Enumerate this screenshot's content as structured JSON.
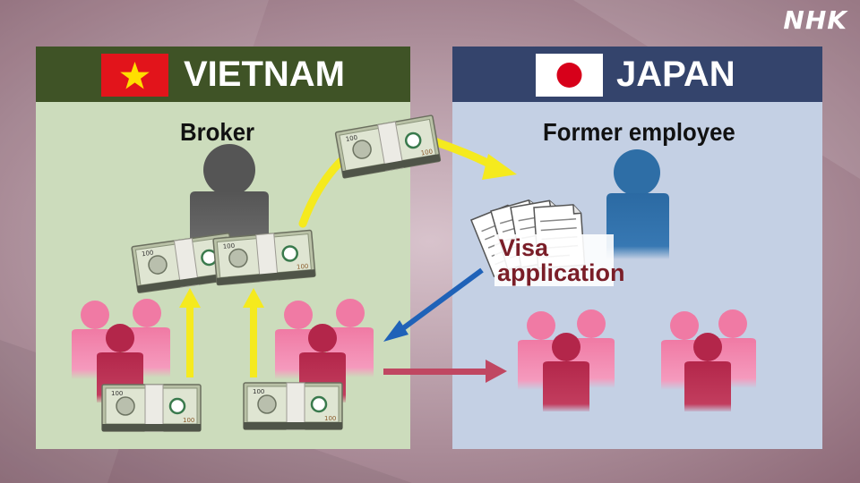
{
  "watermark": "NHK",
  "left_panel": {
    "country": "VIETNAM",
    "flag_icon": "vietnam-flag-icon"
  },
  "right_panel": {
    "country": "JAPAN",
    "flag_icon": "japan-flag-icon"
  },
  "labels": {
    "broker": "Broker",
    "former_employee": "Former employee",
    "visa_line1": "Visa",
    "visa_line2": "application"
  },
  "colors": {
    "vietnam_header": "#3f5326",
    "vietnam_panel": "#ccdcbc",
    "japan_header": "#34446c",
    "japan_panel": "#c4d0e4",
    "worker_pink": "#f07aa4",
    "worker_dark": "#b8304f",
    "broker_gray": "#5a5a5a",
    "employee_blue": "#2e6ea6",
    "money_flow_arrow": "#f5ea1e",
    "visa_arrow": "#1f62b8",
    "travel_arrow": "#c04762"
  }
}
